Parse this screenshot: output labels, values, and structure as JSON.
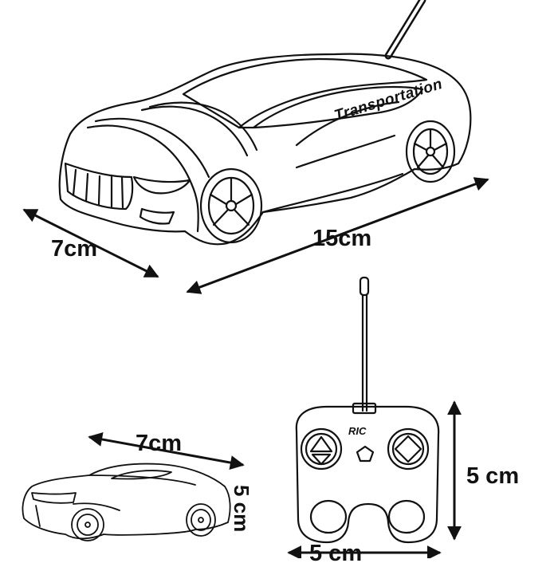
{
  "diagram": {
    "big_car": {
      "decal_text": "Transportation",
      "width_label": "7cm",
      "length_label": "15cm"
    },
    "small_car": {
      "length_label": "7cm",
      "height_label": "5 cm"
    },
    "remote": {
      "brand_label": "RIC",
      "height_label": "5 cm",
      "width_label": "5 cm"
    }
  }
}
